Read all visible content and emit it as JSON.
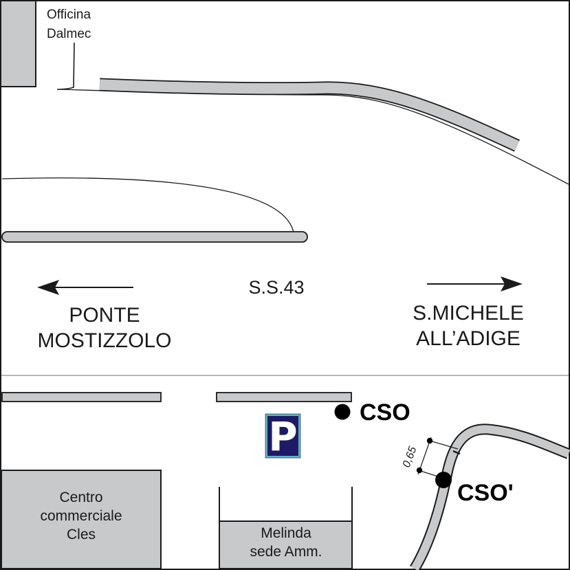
{
  "colors": {
    "building_fill": "#c8c9cb",
    "outline": "#1a1a1a",
    "parking_bg": "#1f1a66",
    "parking_border": "#5ab5c9",
    "parking_letter": "#ffffff",
    "point": "#000000"
  },
  "labels": {
    "workshop_line1": "Officina",
    "workshop_line2": "Dalmec",
    "road_name": "S.S.43",
    "west_line1": "PONTE",
    "west_line2": "MOSTIZZOLO",
    "east_line1": "S.MICHELE",
    "east_line2": "ALL’ADIGE",
    "mall_line1": "Centro",
    "mall_line2": "commerciale",
    "mall_line3": "Cles",
    "melinda_line1": "Melinda",
    "melinda_line2": "sede Amm.",
    "point_cso": "CSO",
    "point_cso_prime": "CSO'",
    "distance": "0,65",
    "parking": "P"
  },
  "icons": {
    "west_arrow": "arrow-left-icon",
    "east_arrow": "arrow-right-icon",
    "parking": "parking-sign-icon"
  }
}
